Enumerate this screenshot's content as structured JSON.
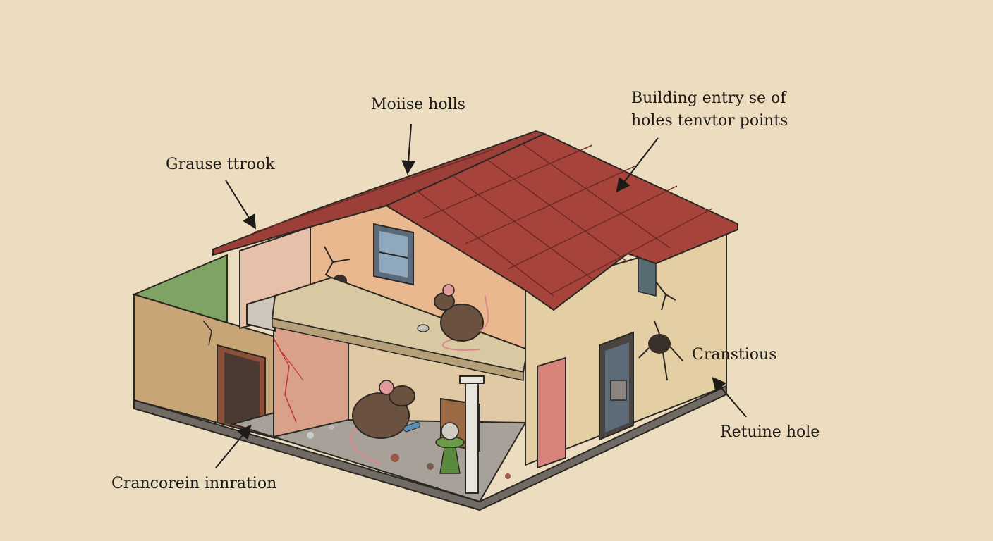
{
  "labels": {
    "mouse_holes": "Moiise holls",
    "building_entry_line1": "Building entry se of",
    "building_entry_line2": "holes tenvtor points",
    "grease_track": "Grause ttrook",
    "cranstious": "Cranstious",
    "retuine_hole": "Retuine hole",
    "crancorein": "Crancorein innration"
  },
  "colors": {
    "background": "#ecdcc0",
    "roof": "#9c3f38",
    "wall_beige": "#e3cfa3",
    "wall_tan": "#c7a577",
    "wall_peach": "#eab88e",
    "grass": "#7ea363",
    "mouse": "#6b5140"
  }
}
